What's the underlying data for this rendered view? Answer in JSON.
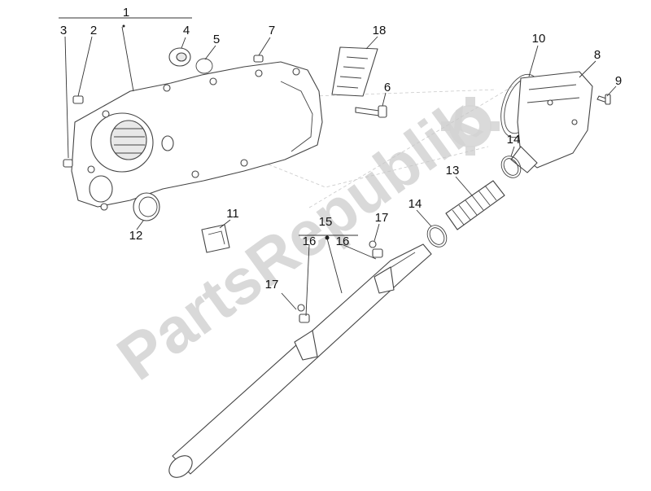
{
  "watermark": {
    "text": "PartsRepublik",
    "color": "#d3d3d3"
  },
  "callouts": [
    {
      "id": "c1",
      "label": "1"
    },
    {
      "id": "c2",
      "label": "2"
    },
    {
      "id": "c3",
      "label": "3"
    },
    {
      "id": "c4",
      "label": "4"
    },
    {
      "id": "c5",
      "label": "5"
    },
    {
      "id": "c6",
      "label": "6"
    },
    {
      "id": "c7",
      "label": "7"
    },
    {
      "id": "c8",
      "label": "8"
    },
    {
      "id": "c9",
      "label": "9"
    },
    {
      "id": "c10",
      "label": "10"
    },
    {
      "id": "c11",
      "label": "11"
    },
    {
      "id": "c12",
      "label": "12"
    },
    {
      "id": "c13",
      "label": "13"
    },
    {
      "id": "c14a",
      "label": "14"
    },
    {
      "id": "c14b",
      "label": "14"
    },
    {
      "id": "c15",
      "label": "15"
    },
    {
      "id": "c16a",
      "label": "16"
    },
    {
      "id": "c16b",
      "label": "16"
    },
    {
      "id": "c17a",
      "label": "17"
    },
    {
      "id": "c17b",
      "label": "17"
    },
    {
      "id": "c18",
      "label": "18"
    }
  ],
  "colors": {
    "line": "#444444",
    "text": "#111111",
    "background": "#ffffff"
  }
}
